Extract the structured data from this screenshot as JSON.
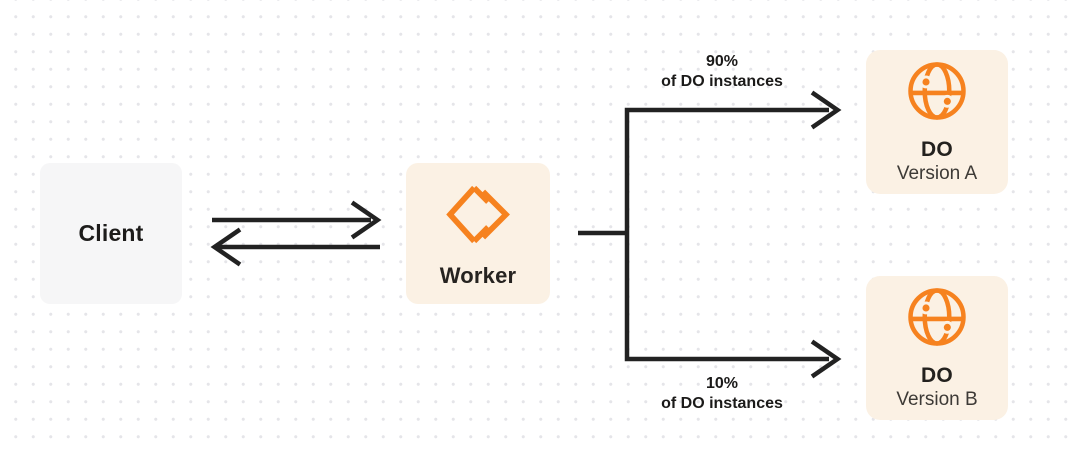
{
  "colors": {
    "accent_orange": "#f6821f",
    "node_cream": "#fbf1e4",
    "client_gray": "#f6f6f7",
    "line_dark": "#222222",
    "dot_grid": "#e5e5e9"
  },
  "nodes": {
    "client": {
      "label": "Client"
    },
    "worker": {
      "label": "Worker",
      "icon": "workers-logo-icon"
    },
    "do_version_a": {
      "title": "DO",
      "subtitle": "Version A",
      "icon": "globe-icon"
    },
    "do_version_b": {
      "title": "DO",
      "subtitle": "Version B",
      "icon": "globe-icon"
    }
  },
  "edges": {
    "client_worker": {
      "style": "two opposing horizontal arrows"
    },
    "route_a": {
      "percent": "90%",
      "caption": "of DO instances"
    },
    "route_b": {
      "percent": "10%",
      "caption": "of DO instances"
    }
  }
}
